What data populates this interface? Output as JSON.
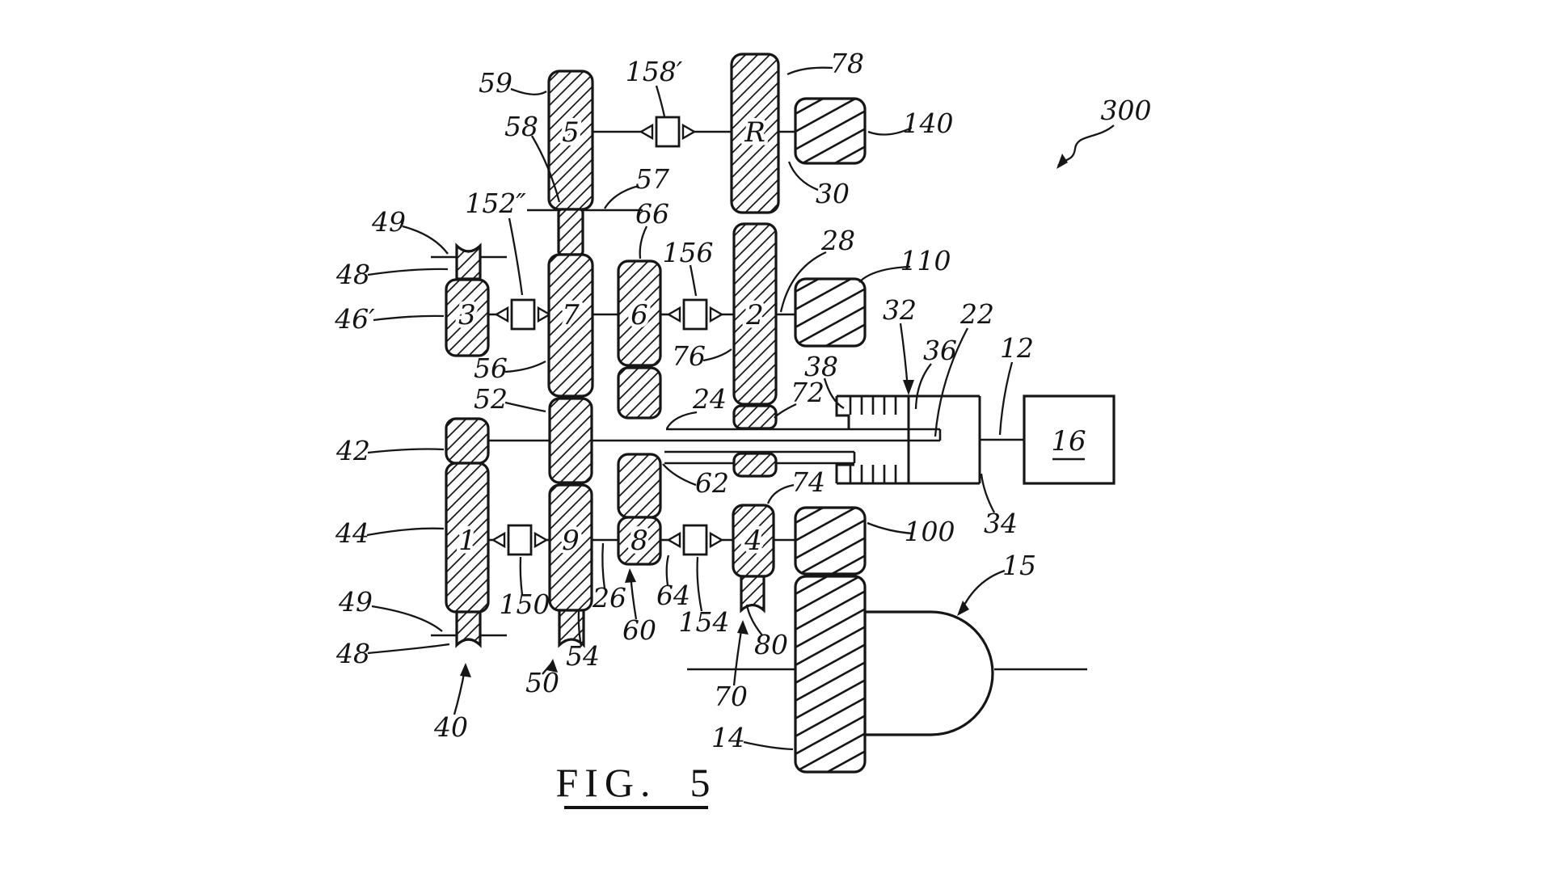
{
  "colors": {
    "line": "#161616",
    "background": "#ffffff"
  },
  "caption": "FIG.  5",
  "reference_labels": {
    "r59": "59",
    "r158p": "158′",
    "r78": "78",
    "r300": "300",
    "r140": "140",
    "r30": "30",
    "r58": "58",
    "r57": "57",
    "r152pp": "152″",
    "r66": "66",
    "r49_top": "49",
    "r48_top": "48",
    "r46p": "46′",
    "r156": "156",
    "r28": "28",
    "r110": "110",
    "r32": "32",
    "r36": "36",
    "r22": "22",
    "r12": "12",
    "r38": "38",
    "r72": "72",
    "r24": "24",
    "r76": "76",
    "r56": "56",
    "r52": "52",
    "r42": "42",
    "r44": "44",
    "r62": "62",
    "r74": "74",
    "r100": "100",
    "r34": "34",
    "r15": "15",
    "r150": "150",
    "r26": "26",
    "r64": "64",
    "r60": "60",
    "r154": "154",
    "r80": "80",
    "r49_bot": "49",
    "r48_bot": "48",
    "r40": "40",
    "r50": "50",
    "r54": "54",
    "r70": "70",
    "r14": "14"
  },
  "component_labels": {
    "gear_5": "5",
    "gear_7": "7",
    "gear_9": "9",
    "gear_R": "R",
    "gear_2": "2",
    "gear_3": "3",
    "gear_6": "6",
    "gear_8": "8",
    "gear_1": "1",
    "gear_4": "4",
    "engine_box": "16"
  }
}
